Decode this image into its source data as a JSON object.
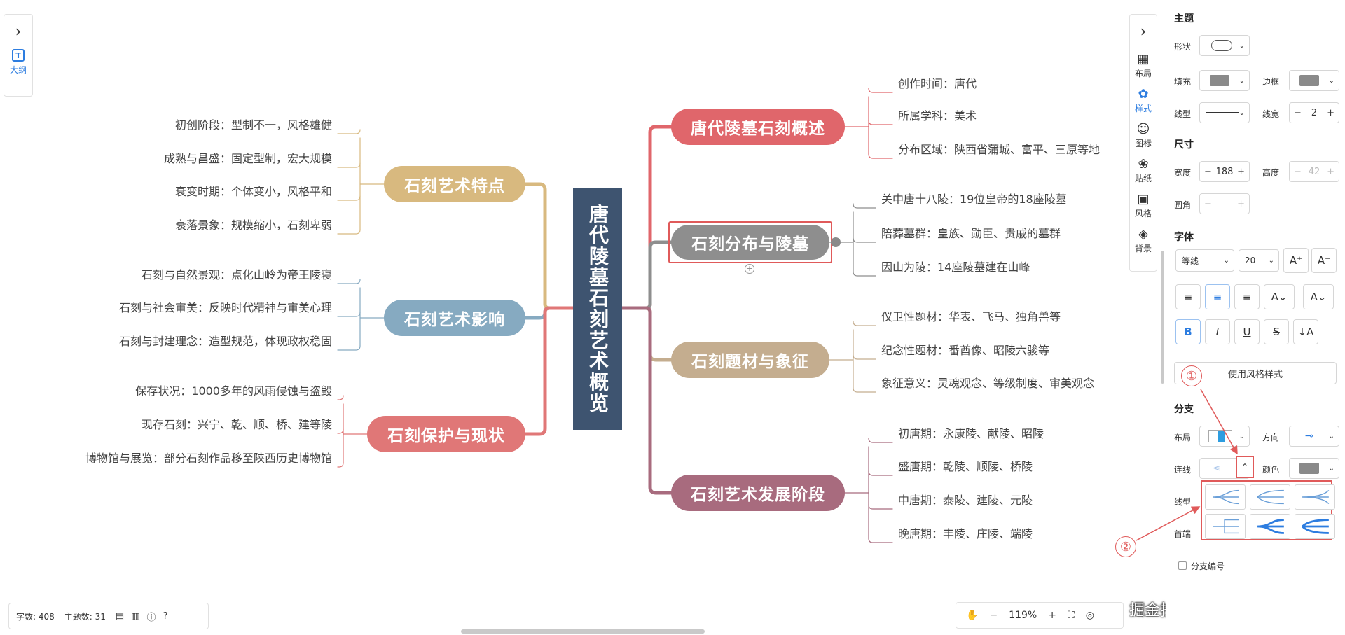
{
  "mindmap": {
    "root": "唐代陵墓石刻艺术概览",
    "branches": [
      {
        "label": "唐代陵墓石刻概述",
        "color": "#e0666b",
        "children": [
          "创作时间：唐代",
          "所属学科：美术",
          "分布区域：陕西省蒲城、富平、三原等地"
        ]
      },
      {
        "label": "石刻分布与陵墓",
        "color": "#8e8e8e",
        "children": [
          "关中唐十八陵：19位皇帝的18座陵墓",
          "陪葬墓群：皇族、勋臣、贵戚的墓群",
          "因山为陵：14座陵墓建在山峰"
        ]
      },
      {
        "label": "石刻题材与象征",
        "color": "#c4ad8f",
        "children": [
          "仪卫性题材：华表、飞马、独角兽等",
          "纪念性题材：番酋像、昭陵六骏等",
          "象征意义：灵魂观念、等级制度、审美观念"
        ]
      },
      {
        "label": "石刻艺术发展阶段",
        "color": "#a86b7e",
        "children": [
          "初唐期：永康陵、献陵、昭陵",
          "盛唐期：乾陵、顺陵、桥陵",
          "中唐期：泰陵、建陵、元陵",
          "晚唐期：丰陵、庄陵、端陵"
        ]
      },
      {
        "label": "石刻艺术特点",
        "color": "#d8b97f",
        "children": [
          "初创阶段：型制不一，风格雄健",
          "成熟与昌盛：固定型制，宏大规模",
          "衰变时期：个体变小，风格平和",
          "衰落景象：规模缩小，石刻卑弱"
        ]
      },
      {
        "label": "石刻艺术影响",
        "color": "#86aac1",
        "children": [
          "石刻与自然景观：点化山岭为帝王陵寝",
          "石刻与社会审美：反映时代精神与审美心理",
          "石刻与封建理念：造型规范，体现政权稳固"
        ]
      },
      {
        "label": "石刻保护与现状",
        "color": "#e07777",
        "children": [
          "保存状况：1000多年的风雨侵蚀与盗毁",
          "现存石刻：兴宁、乾、顺、桥、建等陵",
          "博物馆与展览：部分石刻作品移至陕西历史博物馆"
        ]
      }
    ]
  },
  "outline_panel": {
    "label": "大纲",
    "icon": "T"
  },
  "tool_strip": [
    {
      "label": "布局",
      "icon": "layout-icon",
      "glyph": "▦"
    },
    {
      "label": "样式",
      "icon": "palette-icon",
      "glyph": "✿"
    },
    {
      "label": "图标",
      "icon": "smiley-icon",
      "glyph": "☺"
    },
    {
      "label": "贴纸",
      "icon": "sticker-icon",
      "glyph": "❀"
    },
    {
      "label": "风格",
      "icon": "grid-icon",
      "glyph": "▣"
    },
    {
      "label": "背景",
      "icon": "layers-icon",
      "glyph": "◈"
    }
  ],
  "status": {
    "word_count": "字数: 408",
    "topic_count": "主题数: 31"
  },
  "zoom": {
    "value": "119%",
    "minus": "−",
    "plus": "+"
  },
  "watermark": "掘金技术社区 @ 图形天下",
  "panel": {
    "topic_title": "主题",
    "shape_label": "形状",
    "fill_label": "填充",
    "border_label": "边框",
    "line_type_label": "线型",
    "line_width_label": "线宽",
    "line_width_value": "2",
    "size_title": "尺寸",
    "width_label": "宽度",
    "width_value": "188",
    "height_label": "高度",
    "height_value": "42",
    "radius_label": "圆角",
    "font_title": "字体",
    "font_family": "等线",
    "font_size": "20",
    "use_style_button": "使用风格样式",
    "branch_title": "分支",
    "layout_label": "布局",
    "direction_label": "方向",
    "connector_label": "连线",
    "color_label": "颜色",
    "branch_line_type_label": "线型",
    "first_label": "首端",
    "branch_number_label": "分支编号",
    "fill_color": "#8a8a8a",
    "border_color": "#8a8a8a",
    "branch_color": "#8a8a8a"
  },
  "annotations": [
    "①",
    "②"
  ]
}
